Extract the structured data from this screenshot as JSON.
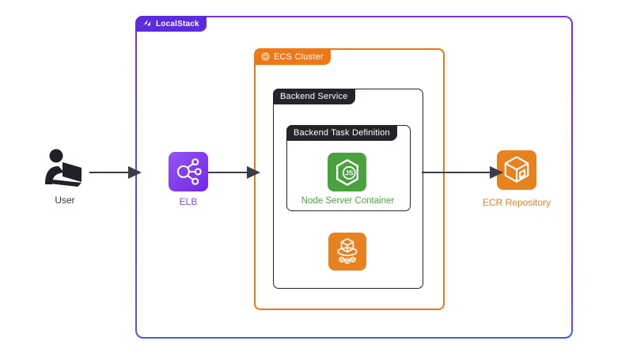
{
  "diagram": {
    "localstack": {
      "label": "LocalStack",
      "tab_color": "#5A2BE0",
      "border_gradient_top": "#7B2FE8",
      "border_gradient_bottom": "#4B55F0"
    },
    "ecs_cluster": {
      "label": "ECS Cluster",
      "color": "#ED7815"
    },
    "backend_service": {
      "label": "Backend Service",
      "color": "#23252B"
    },
    "task_definition": {
      "label": "Backend Task Definition",
      "color": "#23252B"
    },
    "nodes": {
      "user": {
        "label": "User",
        "icon": "user-at-laptop-icon",
        "label_color": "#33353B"
      },
      "elb": {
        "label": "ELB",
        "icon": "elastic-load-balancer-icon",
        "label_color": "#7C4DEB",
        "icon_color": "#7F3BEE"
      },
      "node_server": {
        "label": "Node Server Container",
        "icon": "nodejs-hexagon-icon",
        "icon_text": "JS",
        "color": "#4AA23F"
      },
      "ecs_service": {
        "icon": "ecs-service-cube-icon",
        "color": "#E8821E"
      },
      "ecr": {
        "label": "ECR Repository",
        "icon": "ecr-repository-icon",
        "label_color": "#E8821E",
        "color": "#E8821E"
      }
    },
    "arrow_color": "#3A3D43"
  }
}
